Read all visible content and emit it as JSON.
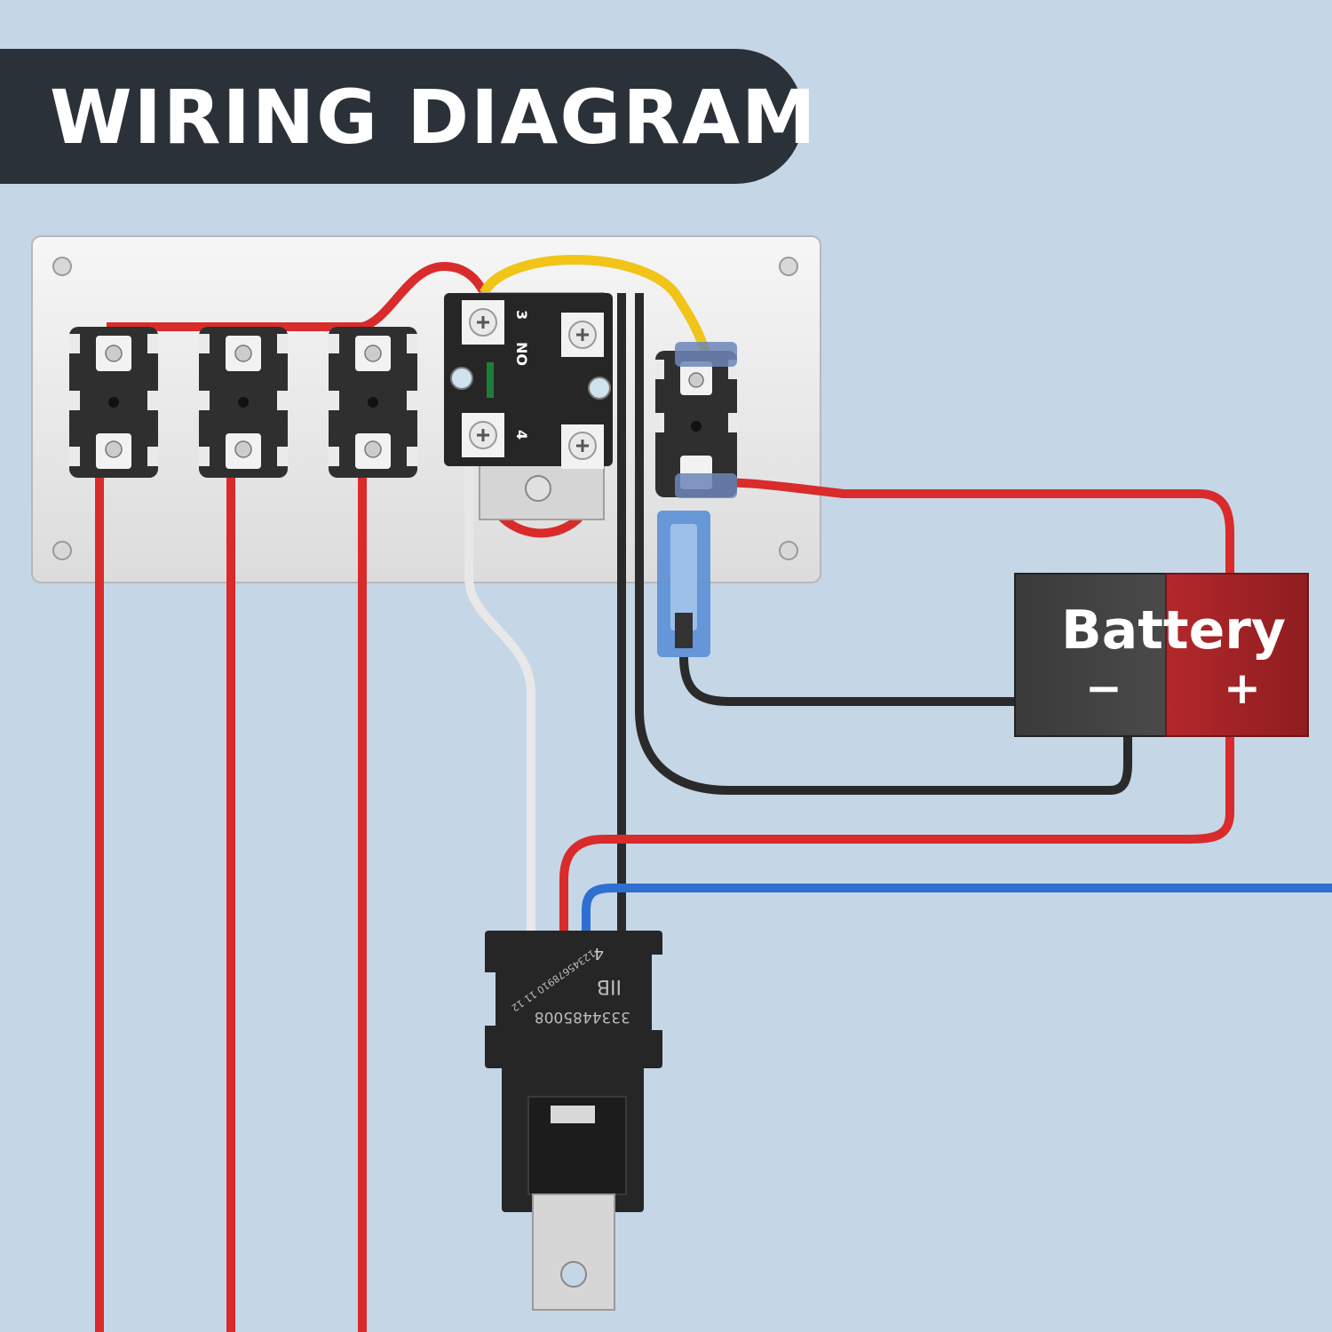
{
  "title": "WIRING DIAGRAM",
  "switch_block": {
    "terminal_top": "3",
    "contact_label": "NO",
    "terminal_bottom": "4"
  },
  "battery": {
    "label": "Battery",
    "negative": "−",
    "positive": "+"
  },
  "relay": {
    "pin_label": "4",
    "model_number": "3334485008",
    "brand_mark": "IIB",
    "date_code": "12345678910 11 12"
  },
  "colors": {
    "background": "#c5d6e6",
    "banner": "#2b3138",
    "wire_red": "#d92b2b",
    "wire_black": "#2a2a2a",
    "wire_yellow": "#f0c419",
    "wire_blue": "#2f6fd1",
    "wire_white": "#e8e8e8",
    "battery_positive": "#b3282b"
  }
}
